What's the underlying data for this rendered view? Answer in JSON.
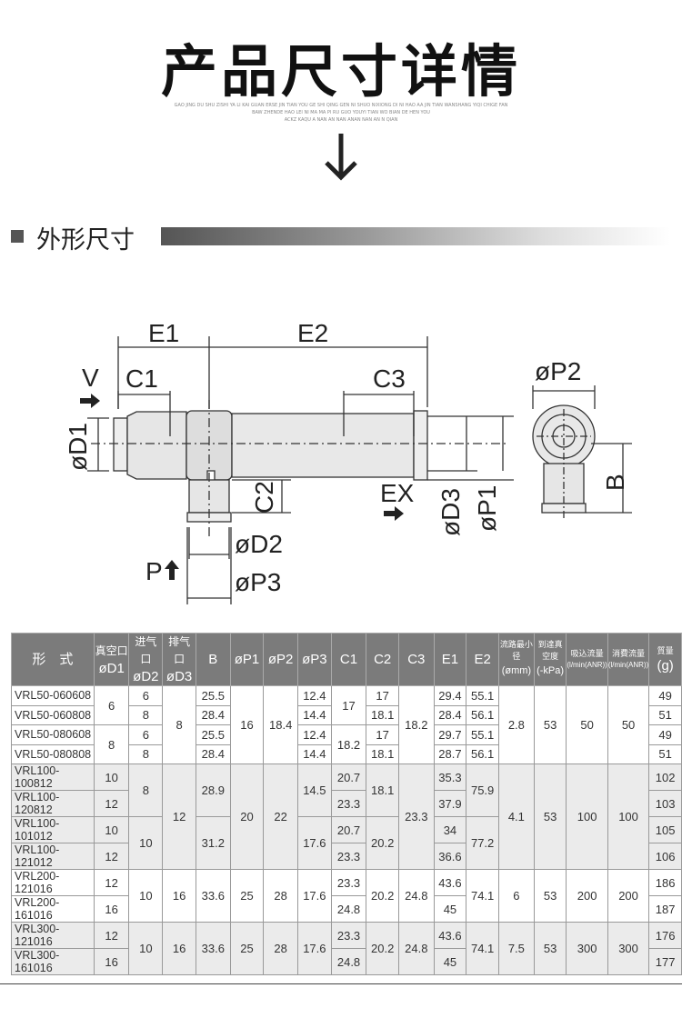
{
  "header": {
    "title": "产品尺寸详情",
    "subtitle_lines": [
      "GAO JING DU SHU ZISHI YA LI KAI GUAN ERSE JIN TIAN YOU GE SHI QING GEN NI SHUO NIXIONG DI NI HAO AA JIN TIAN WANSHANG YIQI CHIGE FAN",
      "BAW ZHENDE HAO LEI NI MA MA PI RU GUO YOUYI TIAN WO BIAN DE HEN YOU",
      "ACKZ KAQU A NAN AN NAN ANAN NAN AN N QIAN"
    ]
  },
  "section": {
    "title": "外形尺寸"
  },
  "diagram": {
    "E1": "E1",
    "E2": "E2",
    "V": "V",
    "C1": "C1",
    "C3": "C3",
    "D1": "øD1",
    "C2": "C2",
    "EX": "EX",
    "D3": "øD3",
    "P1": "øP1",
    "P2": "øP2",
    "B": "B",
    "P": "P",
    "D2": "øD2",
    "P3": "øP3"
  },
  "table": {
    "headers": [
      {
        "t": "形　式"
      },
      {
        "t": "真空口",
        "u": "øD1"
      },
      {
        "t": "进气口",
        "u": "øD2"
      },
      {
        "t": "排气口",
        "u": "øD3"
      },
      {
        "t": "B"
      },
      {
        "t": "øP1"
      },
      {
        "t": "øP2"
      },
      {
        "t": "øP3"
      },
      {
        "t": "C1"
      },
      {
        "t": "C2"
      },
      {
        "t": "C3"
      },
      {
        "t": "E1"
      },
      {
        "t": "E2"
      },
      {
        "t": "流路最小径",
        "u": "(ømm)"
      },
      {
        "t": "到達真空度",
        "u": "(-kPa)"
      },
      {
        "t": "吸込流量",
        "u": "(l/min(ANR))"
      },
      {
        "t": "消費流量",
        "u": "(l/min(ANR))"
      },
      {
        "t": "質量",
        "u": "(g)"
      }
    ],
    "rows": [
      {
        "g": 1,
        "c": [
          [
            "VRL50-060608"
          ],
          [
            "6",
            2
          ],
          [
            "6"
          ],
          [
            "8",
            4
          ],
          [
            "25.5"
          ],
          [
            "16",
            4
          ],
          [
            "18.4",
            4
          ],
          [
            "12.4"
          ],
          [
            "17",
            2
          ],
          [
            "17"
          ],
          [
            "18.2",
            4
          ],
          [
            "29.4"
          ],
          [
            "55.1"
          ],
          [
            "2.8",
            4
          ],
          [
            "53",
            4
          ],
          [
            "50",
            4
          ],
          [
            "50",
            4
          ],
          [
            "49"
          ]
        ]
      },
      {
        "g": 1,
        "c": [
          [
            "VRL50-060808"
          ],
          [
            "8"
          ],
          [
            "28.4"
          ],
          [
            "14.4"
          ],
          [
            "18.1"
          ],
          [
            "28.4"
          ],
          [
            "56.1"
          ],
          [
            "51"
          ]
        ]
      },
      {
        "g": 1,
        "c": [
          [
            "VRL50-080608"
          ],
          [
            "8",
            2
          ],
          [
            "6"
          ],
          [
            "25.5"
          ],
          [
            "12.4"
          ],
          [
            "18.2",
            2
          ],
          [
            "17"
          ],
          [
            "29.7"
          ],
          [
            "55.1"
          ],
          [
            "49"
          ]
        ]
      },
      {
        "g": 1,
        "c": [
          [
            "VRL50-080808"
          ],
          [
            "8"
          ],
          [
            "28.4"
          ],
          [
            "14.4"
          ],
          [
            "18.1"
          ],
          [
            "28.7"
          ],
          [
            "56.1"
          ],
          [
            "51"
          ]
        ]
      },
      {
        "g": 2,
        "c": [
          [
            "VRL100-100812"
          ],
          [
            "10"
          ],
          [
            "8",
            2
          ],
          [
            "12",
            4
          ],
          [
            "28.9",
            2
          ],
          [
            "20",
            4
          ],
          [
            "22",
            4
          ],
          [
            "14.5",
            2
          ],
          [
            "20.7"
          ],
          [
            "18.1",
            2
          ],
          [
            "23.3",
            4
          ],
          [
            "35.3"
          ],
          [
            "75.9",
            2
          ],
          [
            "4.1",
            4
          ],
          [
            "53",
            4
          ],
          [
            "100",
            4
          ],
          [
            "100",
            4
          ],
          [
            "102"
          ]
        ]
      },
      {
        "g": 2,
        "c": [
          [
            "VRL100-120812"
          ],
          [
            "12"
          ],
          [
            "23.3"
          ],
          [
            "37.9"
          ],
          [
            "103"
          ]
        ]
      },
      {
        "g": 2,
        "c": [
          [
            "VRL100-101012"
          ],
          [
            "10"
          ],
          [
            "10",
            2
          ],
          [
            "31.2",
            2
          ],
          [
            "17.6",
            2
          ],
          [
            "20.7"
          ],
          [
            "20.2",
            2
          ],
          [
            "34"
          ],
          [
            "77.2",
            2
          ],
          [
            "105"
          ]
        ]
      },
      {
        "g": 2,
        "c": [
          [
            "VRL100-121012"
          ],
          [
            "12"
          ],
          [
            "23.3"
          ],
          [
            "36.6"
          ],
          [
            "106"
          ]
        ]
      },
      {
        "g": 1,
        "c": [
          [
            "VRL200-121016"
          ],
          [
            "12"
          ],
          [
            "10",
            2
          ],
          [
            "16",
            2
          ],
          [
            "33.6",
            2
          ],
          [
            "25",
            2
          ],
          [
            "28",
            2
          ],
          [
            "17.6",
            2
          ],
          [
            "23.3"
          ],
          [
            "20.2",
            2
          ],
          [
            "24.8",
            2
          ],
          [
            "43.6"
          ],
          [
            "74.1",
            2
          ],
          [
            "6",
            2
          ],
          [
            "53",
            2
          ],
          [
            "200",
            2
          ],
          [
            "200",
            2
          ],
          [
            "186"
          ]
        ]
      },
      {
        "g": 1,
        "c": [
          [
            "VRL200-161016"
          ],
          [
            "16"
          ],
          [
            "24.8"
          ],
          [
            "45"
          ],
          [
            "187"
          ]
        ]
      },
      {
        "g": 2,
        "c": [
          [
            "VRL300-121016"
          ],
          [
            "12"
          ],
          [
            "10",
            2
          ],
          [
            "16",
            2
          ],
          [
            "33.6",
            2
          ],
          [
            "25",
            2
          ],
          [
            "28",
            2
          ],
          [
            "17.6",
            2
          ],
          [
            "23.3"
          ],
          [
            "20.2",
            2
          ],
          [
            "24.8",
            2
          ],
          [
            "43.6"
          ],
          [
            "74.1",
            2
          ],
          [
            "7.5",
            2
          ],
          [
            "53",
            2
          ],
          [
            "300",
            2
          ],
          [
            "300",
            2
          ],
          [
            "176"
          ]
        ]
      },
      {
        "g": 2,
        "c": [
          [
            "VRL300-161016"
          ],
          [
            "16"
          ],
          [
            "24.8"
          ],
          [
            "45"
          ],
          [
            "177"
          ]
        ]
      }
    ]
  }
}
